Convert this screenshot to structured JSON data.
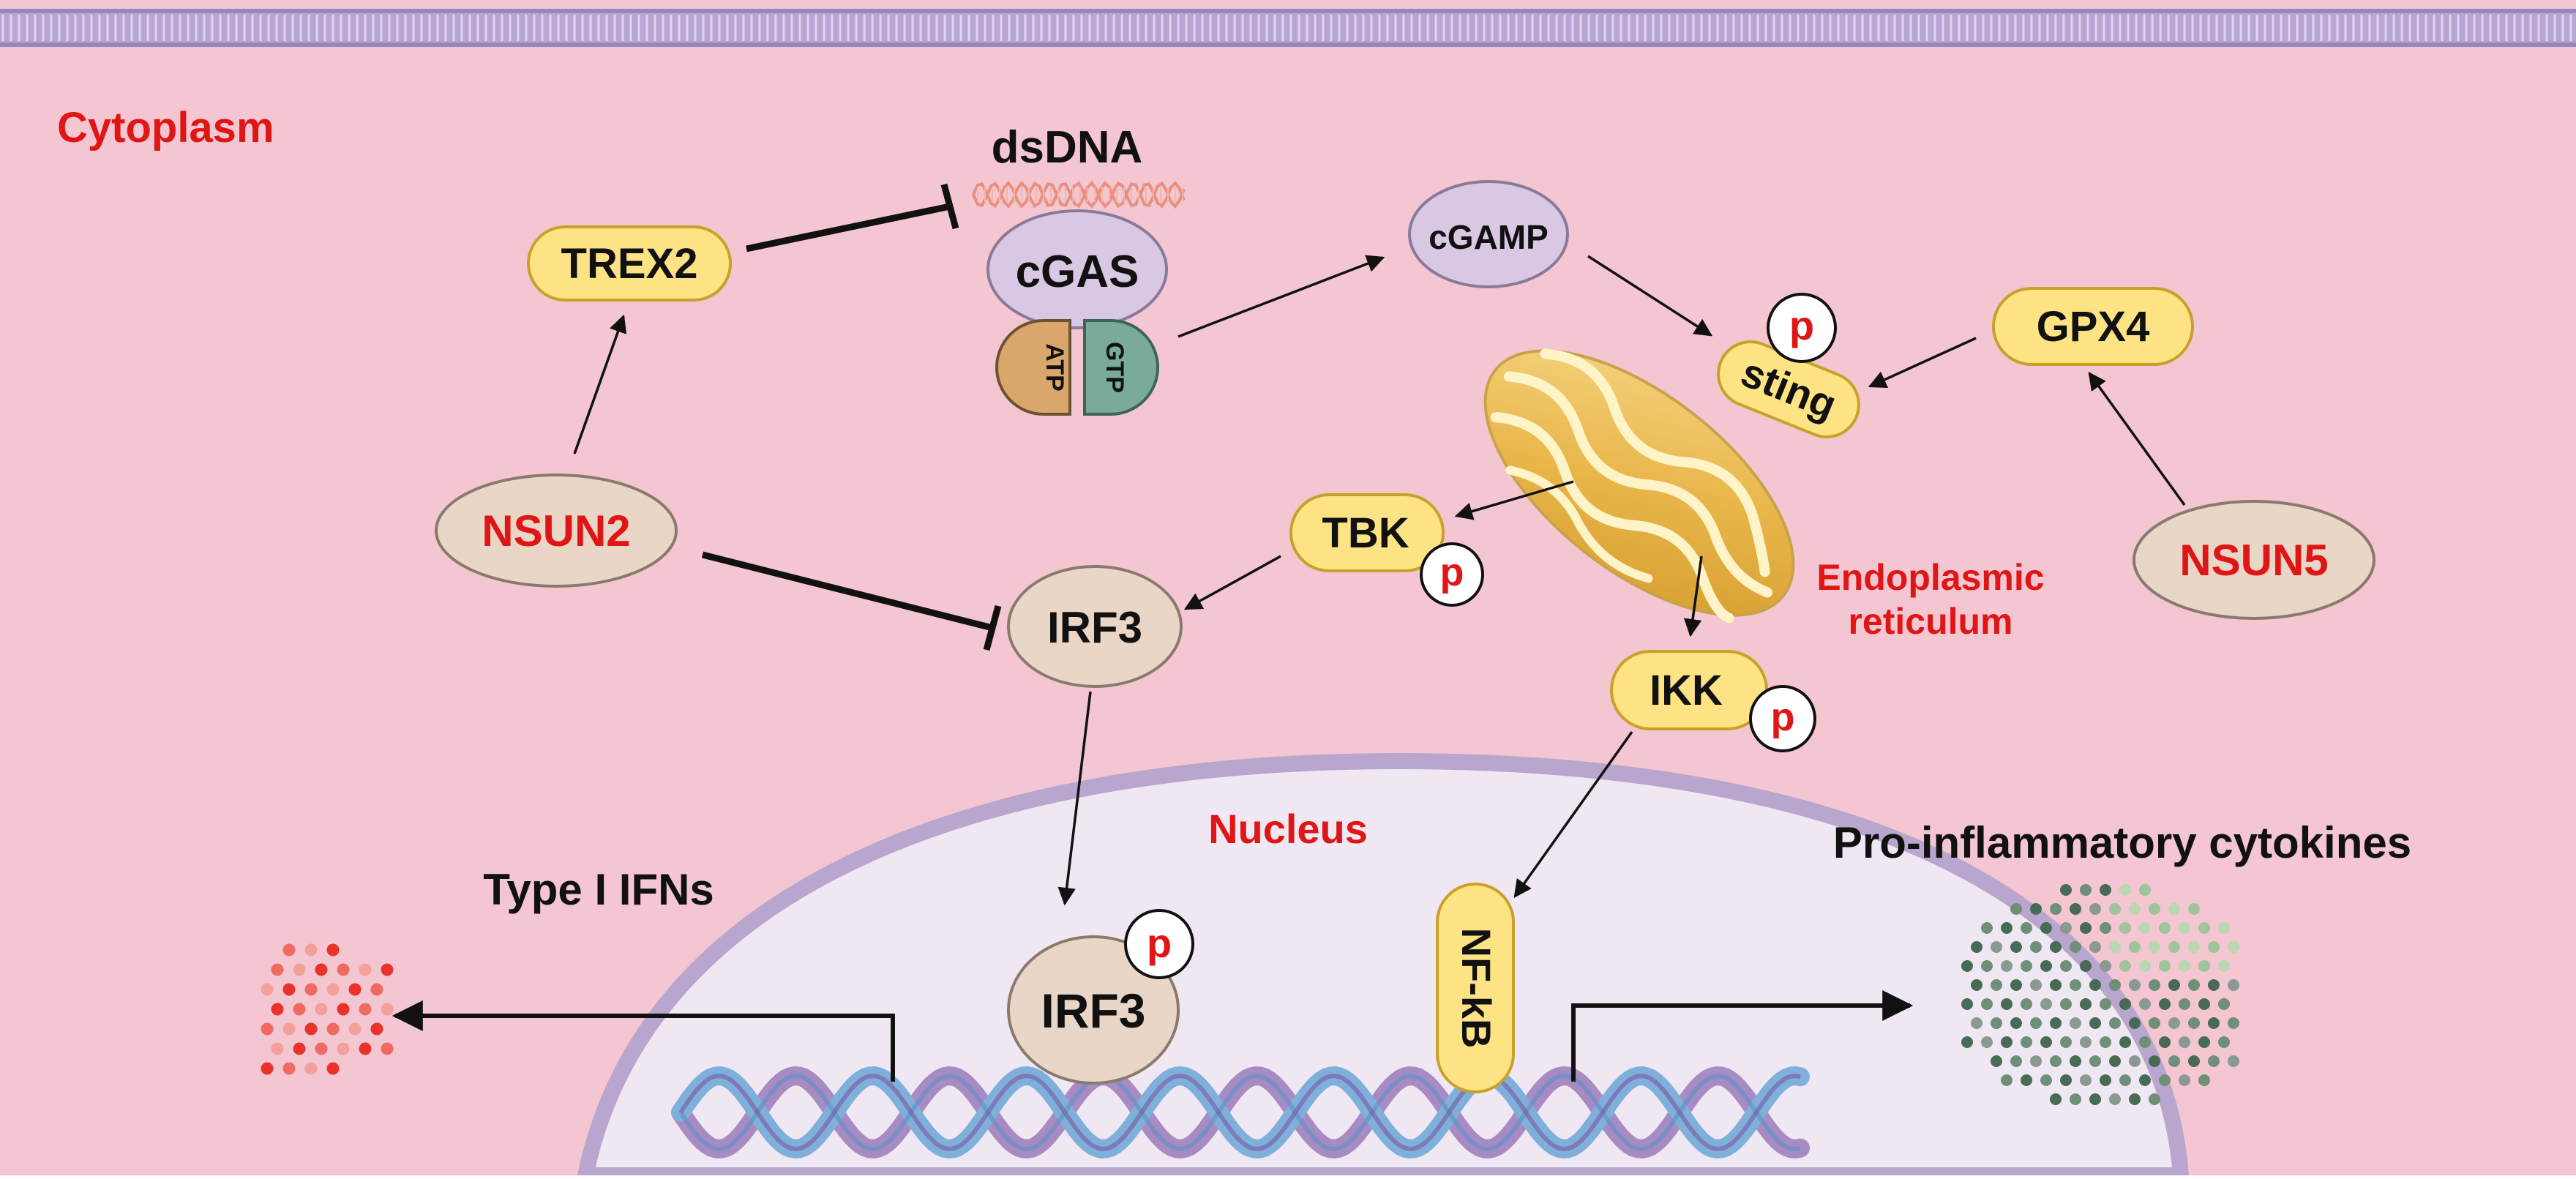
{
  "labels": {
    "cytoplasm": "Cytoplasm",
    "dsdna": "dsDNA",
    "nucleus": "Nucleus",
    "er_line1": "Endoplasmic",
    "er_line2": "reticulum",
    "type_i_ifns": "Type I IFNs",
    "pro_inflammatory": "Pro-inflammatory cytokines"
  },
  "molecules": {
    "trex2": "TREX2",
    "cgas": "cGAS",
    "atp": "ATP",
    "gtp": "GTP",
    "cgamp": "cGAMP",
    "sting": "sting",
    "gpx4": "GPX4",
    "nsun2": "NSUN2",
    "nsun5": "NSUN5",
    "tbk": "TBK",
    "irf3_cyto": "IRF3",
    "irf3_nuc": "IRF3",
    "ikk": "IKK",
    "nfkb": "NF-kB",
    "phospho": "p"
  },
  "colors": {
    "background": "#f3c6d1",
    "membrane": "#a48fc3",
    "nucleus_fill": "#efe8f2",
    "nucleus_edge": "#b9a6cf",
    "yellow_protein": "#fde383",
    "yellow_edge": "#c9a02a",
    "beige_protein": "#e9d6c6",
    "beige_edge": "#8a7a6d",
    "lavender": "#d9c8e3",
    "highlight_red": "#e01515",
    "text_dark": "#111111"
  }
}
